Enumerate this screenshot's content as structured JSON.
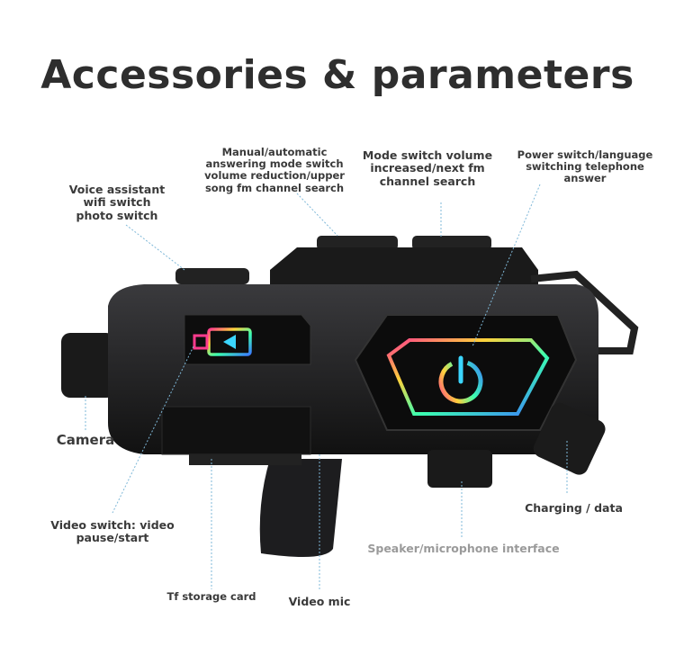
{
  "title": "Accessories & parameters",
  "labels": {
    "voice": "Voice assistant\nwifi switch\nphoto switch",
    "manual": "Manual/automatic\nanswering mode switch\nvolume reduction/upper\nsong fm channel search",
    "mode": "Mode switch volume\nincreased/next fm\nchannel search",
    "power": "Power switch/language\nswitching telephone answer",
    "camera": "Camera",
    "video_switch": "Video switch: video\npause/start",
    "charging": "Charging / data",
    "speaker": "Speaker/microphone interface",
    "tf": "Tf storage card",
    "mic": "Video mic"
  },
  "colors": {
    "body": "#1c1c1e",
    "title": "#2e2e2e",
    "leader": "#7fb8d8"
  }
}
